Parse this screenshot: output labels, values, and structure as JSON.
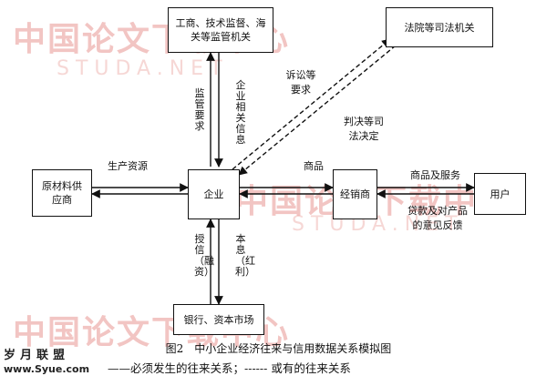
{
  "watermarks": {
    "cn": "中国论文下载中心",
    "en": "STUDA.NET"
  },
  "logo": {
    "name": "岁月联盟",
    "url": "www.Syue.com"
  },
  "nodes": {
    "regulator": "工商、技术监督、海关等监管机关",
    "court": "法院等司法机关",
    "supplier": "原材料供应商",
    "enterprise": "企业",
    "distributor": "经销商",
    "user": "用户",
    "bank": "银行、资本市场"
  },
  "edges": {
    "supervision_req": "监管要求",
    "enterprise_info": "企业相关信息",
    "litigation": "诉讼等要求",
    "judgment": "判决等司法决定",
    "production_resources": "生产资源",
    "goods": "商品",
    "goods_services": "商品及服务",
    "payment_feedback": "贷款及对产品的意见反馈",
    "credit_financing": "授信（融资）",
    "principal_interest": "本息（红利）"
  },
  "caption": "图2　中小企业经济往来与信用数据关系模拟图",
  "legend": "——必须发生的往来关系；------ 或有的往来关系"
}
